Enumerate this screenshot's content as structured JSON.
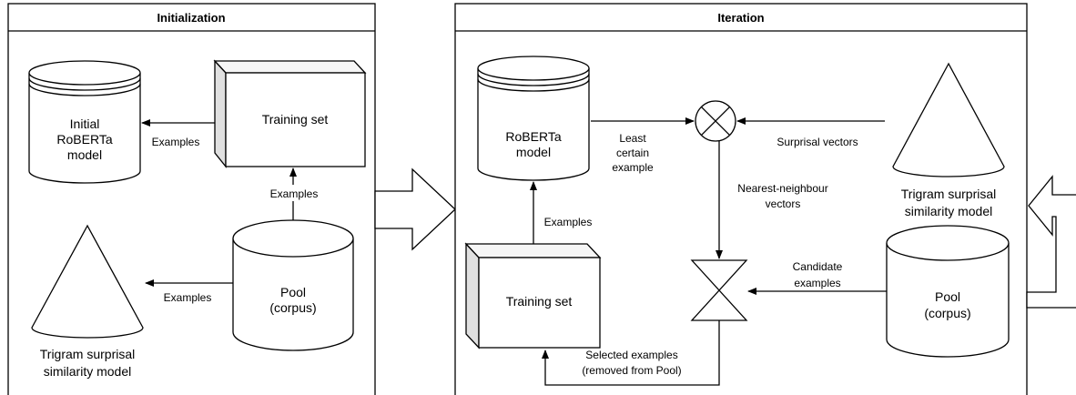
{
  "panels": {
    "init_title": "Initialization",
    "iter_title": "Iteration"
  },
  "init": {
    "model_label_line1": "Initial",
    "model_label_line2": "RoBERTa",
    "model_label_line3": "model",
    "training_set": "Training set",
    "pool_line1": "Pool",
    "pool_line2": "(corpus)",
    "cone_line1": "Trigram surprisal",
    "cone_line2": "similarity model",
    "edge_train_to_model": "Examples",
    "edge_pool_to_train": "Examples",
    "edge_pool_to_cone": "Examples"
  },
  "iter": {
    "model_line1": "RoBERTa",
    "model_line2": "model",
    "least_line1": "Least",
    "least_line2": "certain",
    "least_line3": "example",
    "surprisal_vectors": "Surprisal vectors",
    "cone_line1": "Trigram surprisal",
    "cone_line2": "similarity model",
    "nn_line1": "Nearest-neighbour",
    "nn_line2": "vectors",
    "examples": "Examples",
    "training_set": "Training set",
    "candidate_line1": "Candidate",
    "candidate_line2": "examples",
    "pool_line1": "Pool",
    "pool_line2": "(corpus)",
    "selected_line1": "Selected examples",
    "selected_line2": "(removed from Pool)"
  }
}
